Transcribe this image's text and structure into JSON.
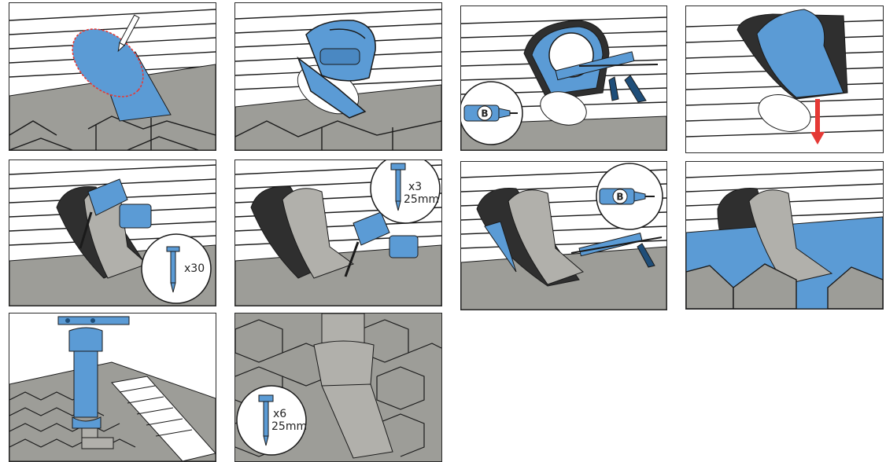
{
  "colors": {
    "blue": "#5b9bd5",
    "dark_blue": "#1f4e79",
    "roof": "#9d9d98",
    "roof_dark": "#5e5e5a",
    "part_grey": "#b1b0ab",
    "line": "#1a1a1a",
    "red": "#e53935",
    "white": "#ffffff"
  },
  "steps": [
    {
      "id": 1,
      "illustration": "mark-outline-pencil",
      "icons": [
        "pencil-icon"
      ]
    },
    {
      "id": 2,
      "illustration": "cut-with-jigsaw",
      "icons": [
        "jigsaw-icon"
      ]
    },
    {
      "id": 3,
      "illustration": "apply-sealant-B",
      "callout_label": "B",
      "icons": [
        "caulk-gun-icon",
        "sealant-tube-icon"
      ]
    },
    {
      "id": 4,
      "illustration": "insert-base",
      "icons": [
        "down-arrow-icon"
      ]
    },
    {
      "id": 5,
      "illustration": "screw-base",
      "callout_label": "x30",
      "icons": [
        "drill-icon",
        "screw-icon"
      ]
    },
    {
      "id": 6,
      "illustration": "screw-top",
      "callout_label": "x3\n25mm",
      "icons": [
        "drill-icon",
        "hex-screw-icon"
      ]
    },
    {
      "id": 7,
      "illustration": "seal-edges-B",
      "callout_label": "B",
      "icons": [
        "caulk-gun-icon",
        "sealant-tube-icon"
      ]
    },
    {
      "id": 8,
      "illustration": "cover-with-shingles",
      "icons": []
    },
    {
      "id": 9,
      "illustration": "mount-vent-pipe",
      "icons": [
        "vent-pipe-icon"
      ]
    },
    {
      "id": 10,
      "illustration": "fix-pipe-collar",
      "callout_label": "x6\n25mm",
      "icons": [
        "hex-screw-icon"
      ]
    }
  ],
  "callouts": {
    "p3_label": "B",
    "p5_label": "x30",
    "p6_line1": "x3",
    "p6_line2": "25mm",
    "p7_label": "B",
    "p10_line1": "x6",
    "p10_line2": "25mm"
  }
}
